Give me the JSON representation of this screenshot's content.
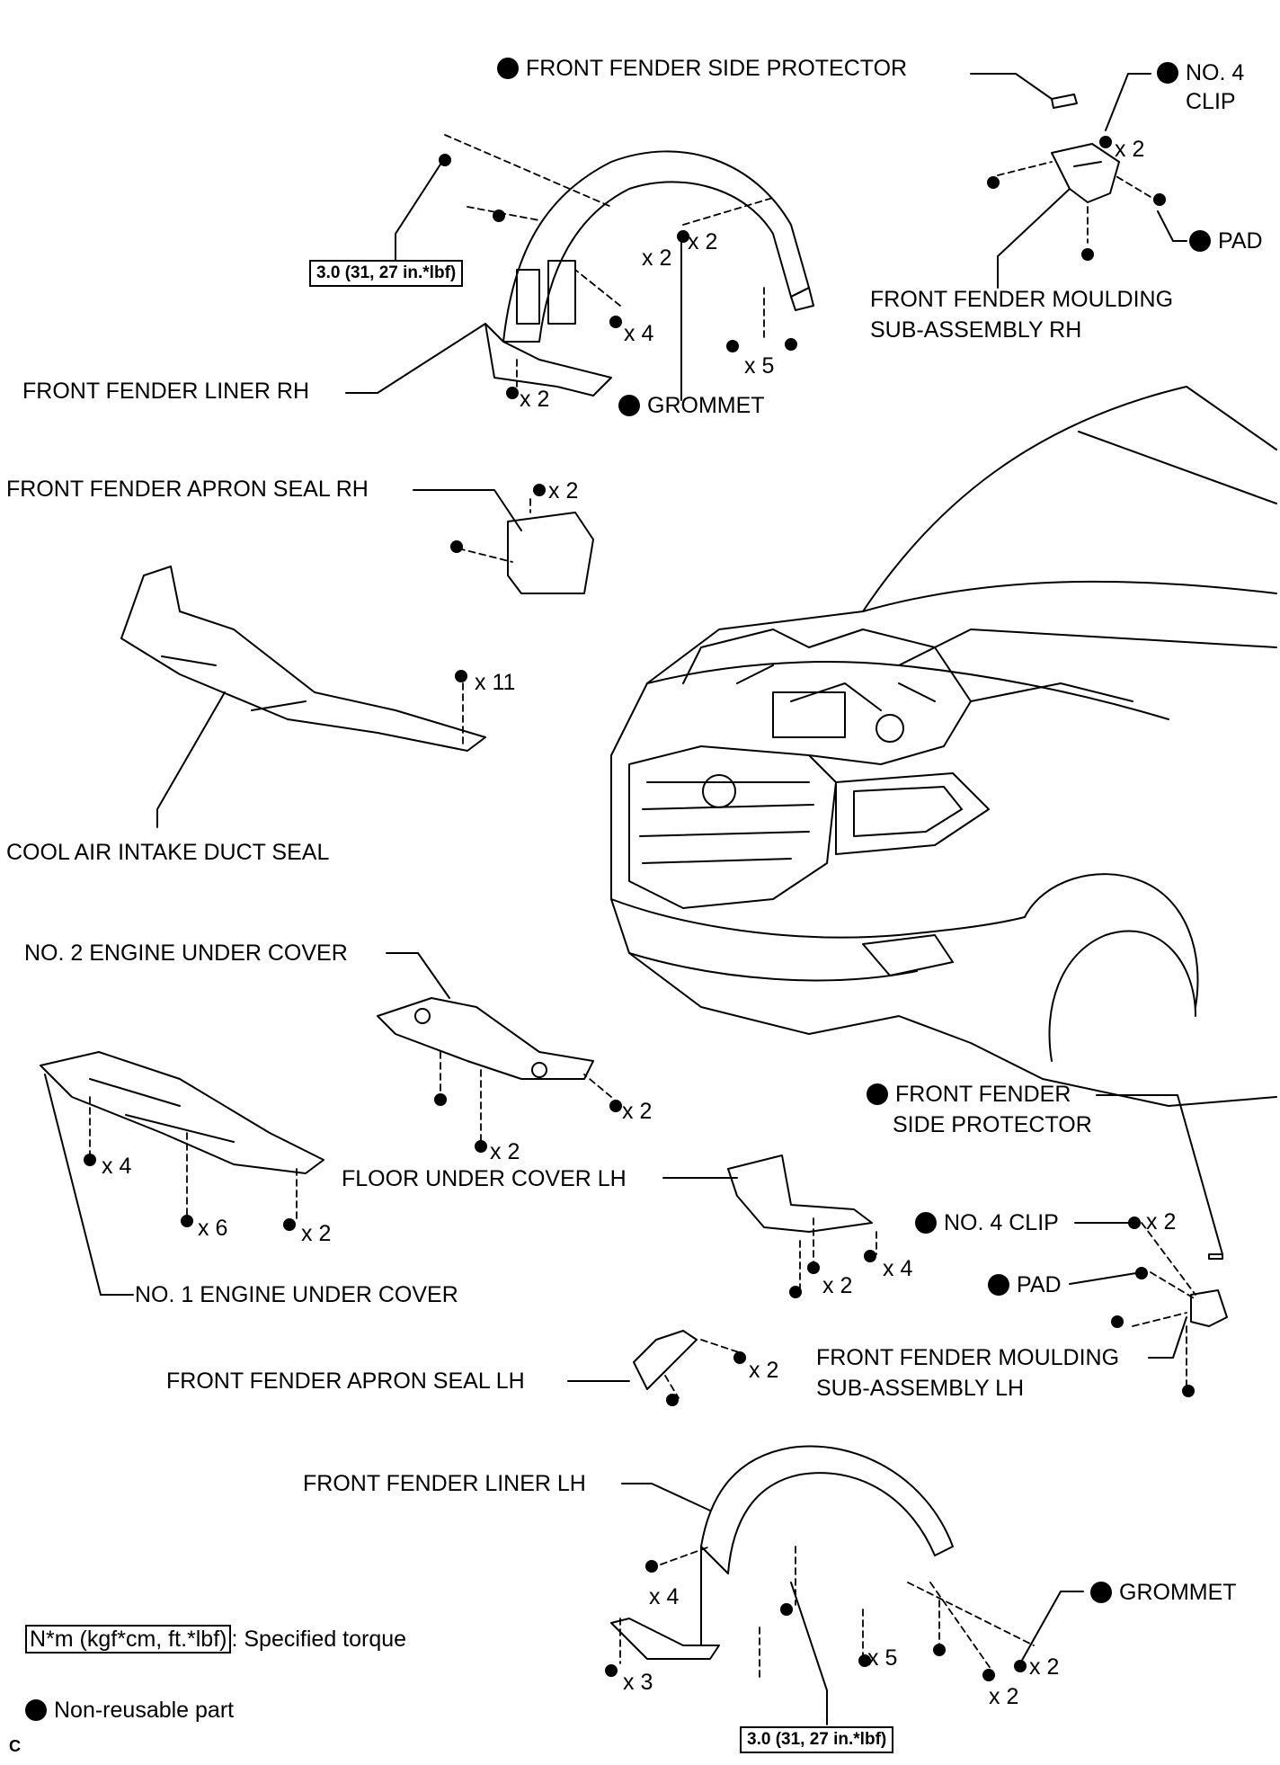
{
  "labels": {
    "side_protector_rh": "FRONT FENDER SIDE PROTECTOR",
    "clip_rh_line1": "NO. 4",
    "clip_rh_line2": "CLIP",
    "pad_rh": "PAD",
    "moulding_rh_line1": "FRONT FENDER MOULDING",
    "moulding_rh_line2": "SUB-ASSEMBLY RH",
    "liner_rh": "FRONT FENDER LINER RH",
    "grommet_rh": "GROMMET",
    "apron_seal_rh": "FRONT FENDER APRON SEAL RH",
    "cool_air_duct_seal": "COOL AIR INTAKE DUCT SEAL",
    "no2_under_cover": "NO. 2 ENGINE UNDER COVER",
    "side_protector_lh_line1": "FRONT FENDER",
    "side_protector_lh_line2": "SIDE PROTECTOR",
    "floor_under_cover_lh": "FLOOR UNDER COVER LH",
    "clip_lh": "NO. 4 CLIP",
    "pad_lh": "PAD",
    "no1_under_cover": "NO. 1 ENGINE UNDER COVER",
    "moulding_lh_line1": "FRONT FENDER MOULDING",
    "moulding_lh_line2": "SUB-ASSEMBLY LH",
    "apron_seal_lh": "FRONT FENDER APRON SEAL LH",
    "liner_lh": "FRONT FENDER LINER LH",
    "grommet_lh": "GROMMET"
  },
  "torque": {
    "rh": "3.0 (31, 27 in.*lbf)",
    "lh": "3.0 (31, 27 in.*lbf)"
  },
  "quantities": {
    "clip_rh": "x 2",
    "liner_rh_a": "x 2",
    "liner_rh_b": "x 2",
    "liner_rh_c": "x 4",
    "liner_rh_d": "x 5",
    "liner_rh_e": "x 2",
    "apron_rh": "x 2",
    "duct_seal": "x 11",
    "no2_cover_a": "x 2",
    "no2_cover_b": "x 2",
    "no1_cover_a": "x 4",
    "no1_cover_b": "x 6",
    "no1_cover_c": "x 2",
    "floor_a": "x 2",
    "floor_b": "x 4",
    "clip_lh": "x 2",
    "apron_lh": "x 2",
    "liner_lh_a": "x 4",
    "liner_lh_b": "x 3",
    "liner_lh_c": "x 5",
    "liner_lh_d": "x 2",
    "liner_lh_e": "x 2"
  },
  "legend": {
    "torque_key": "N*m (kgf*cm, ft.*lbf)",
    "torque_desc": ": Specified torque",
    "non_reusable": "Non-reusable part"
  },
  "footer_code": "C"
}
